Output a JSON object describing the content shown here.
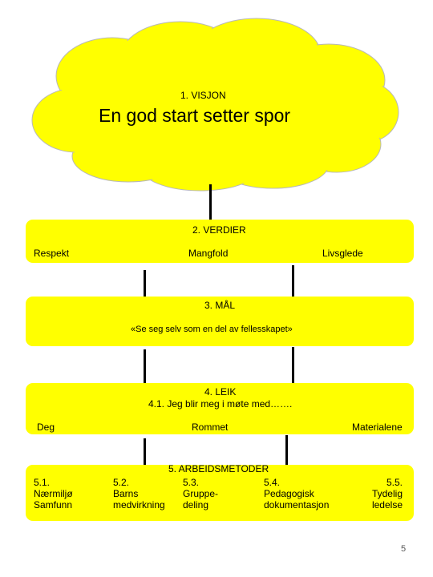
{
  "vision": {
    "label": "1. VISJON",
    "title": "En god start setter spor"
  },
  "values": {
    "label": "2. VERDIER",
    "items": [
      "Respekt",
      "Mangfold",
      "Livsglede"
    ]
  },
  "goals": {
    "label": "3. MÅL",
    "quote": "«Se seg selv som en del av fellesskapet»"
  },
  "play": {
    "label": "4. LEIK",
    "sub": "4.1. Jeg blir meg i møte med…….",
    "items": [
      "Deg",
      "Rommet",
      "Materialene"
    ]
  },
  "methods": {
    "label": "5. ARBEIDSMETODER",
    "items": [
      {
        "number": "5.1.",
        "line1": "Nærmiljø",
        "line2": "Samfunn"
      },
      {
        "number": "5.2.",
        "line1": "Barns",
        "line2": "medvirkning"
      },
      {
        "number": "5.3.",
        "line1": "Gruppe-",
        "line2": "deling"
      },
      {
        "number": "5.4.",
        "line1": "Pedagogisk",
        "line2": "dokumentasjon"
      },
      {
        "number": "5.5.",
        "line1": "Tydelig",
        "line2": "ledelse"
      }
    ]
  },
  "page_number": "5",
  "colors": {
    "fill": "#ffff00",
    "connector": "#000000"
  }
}
